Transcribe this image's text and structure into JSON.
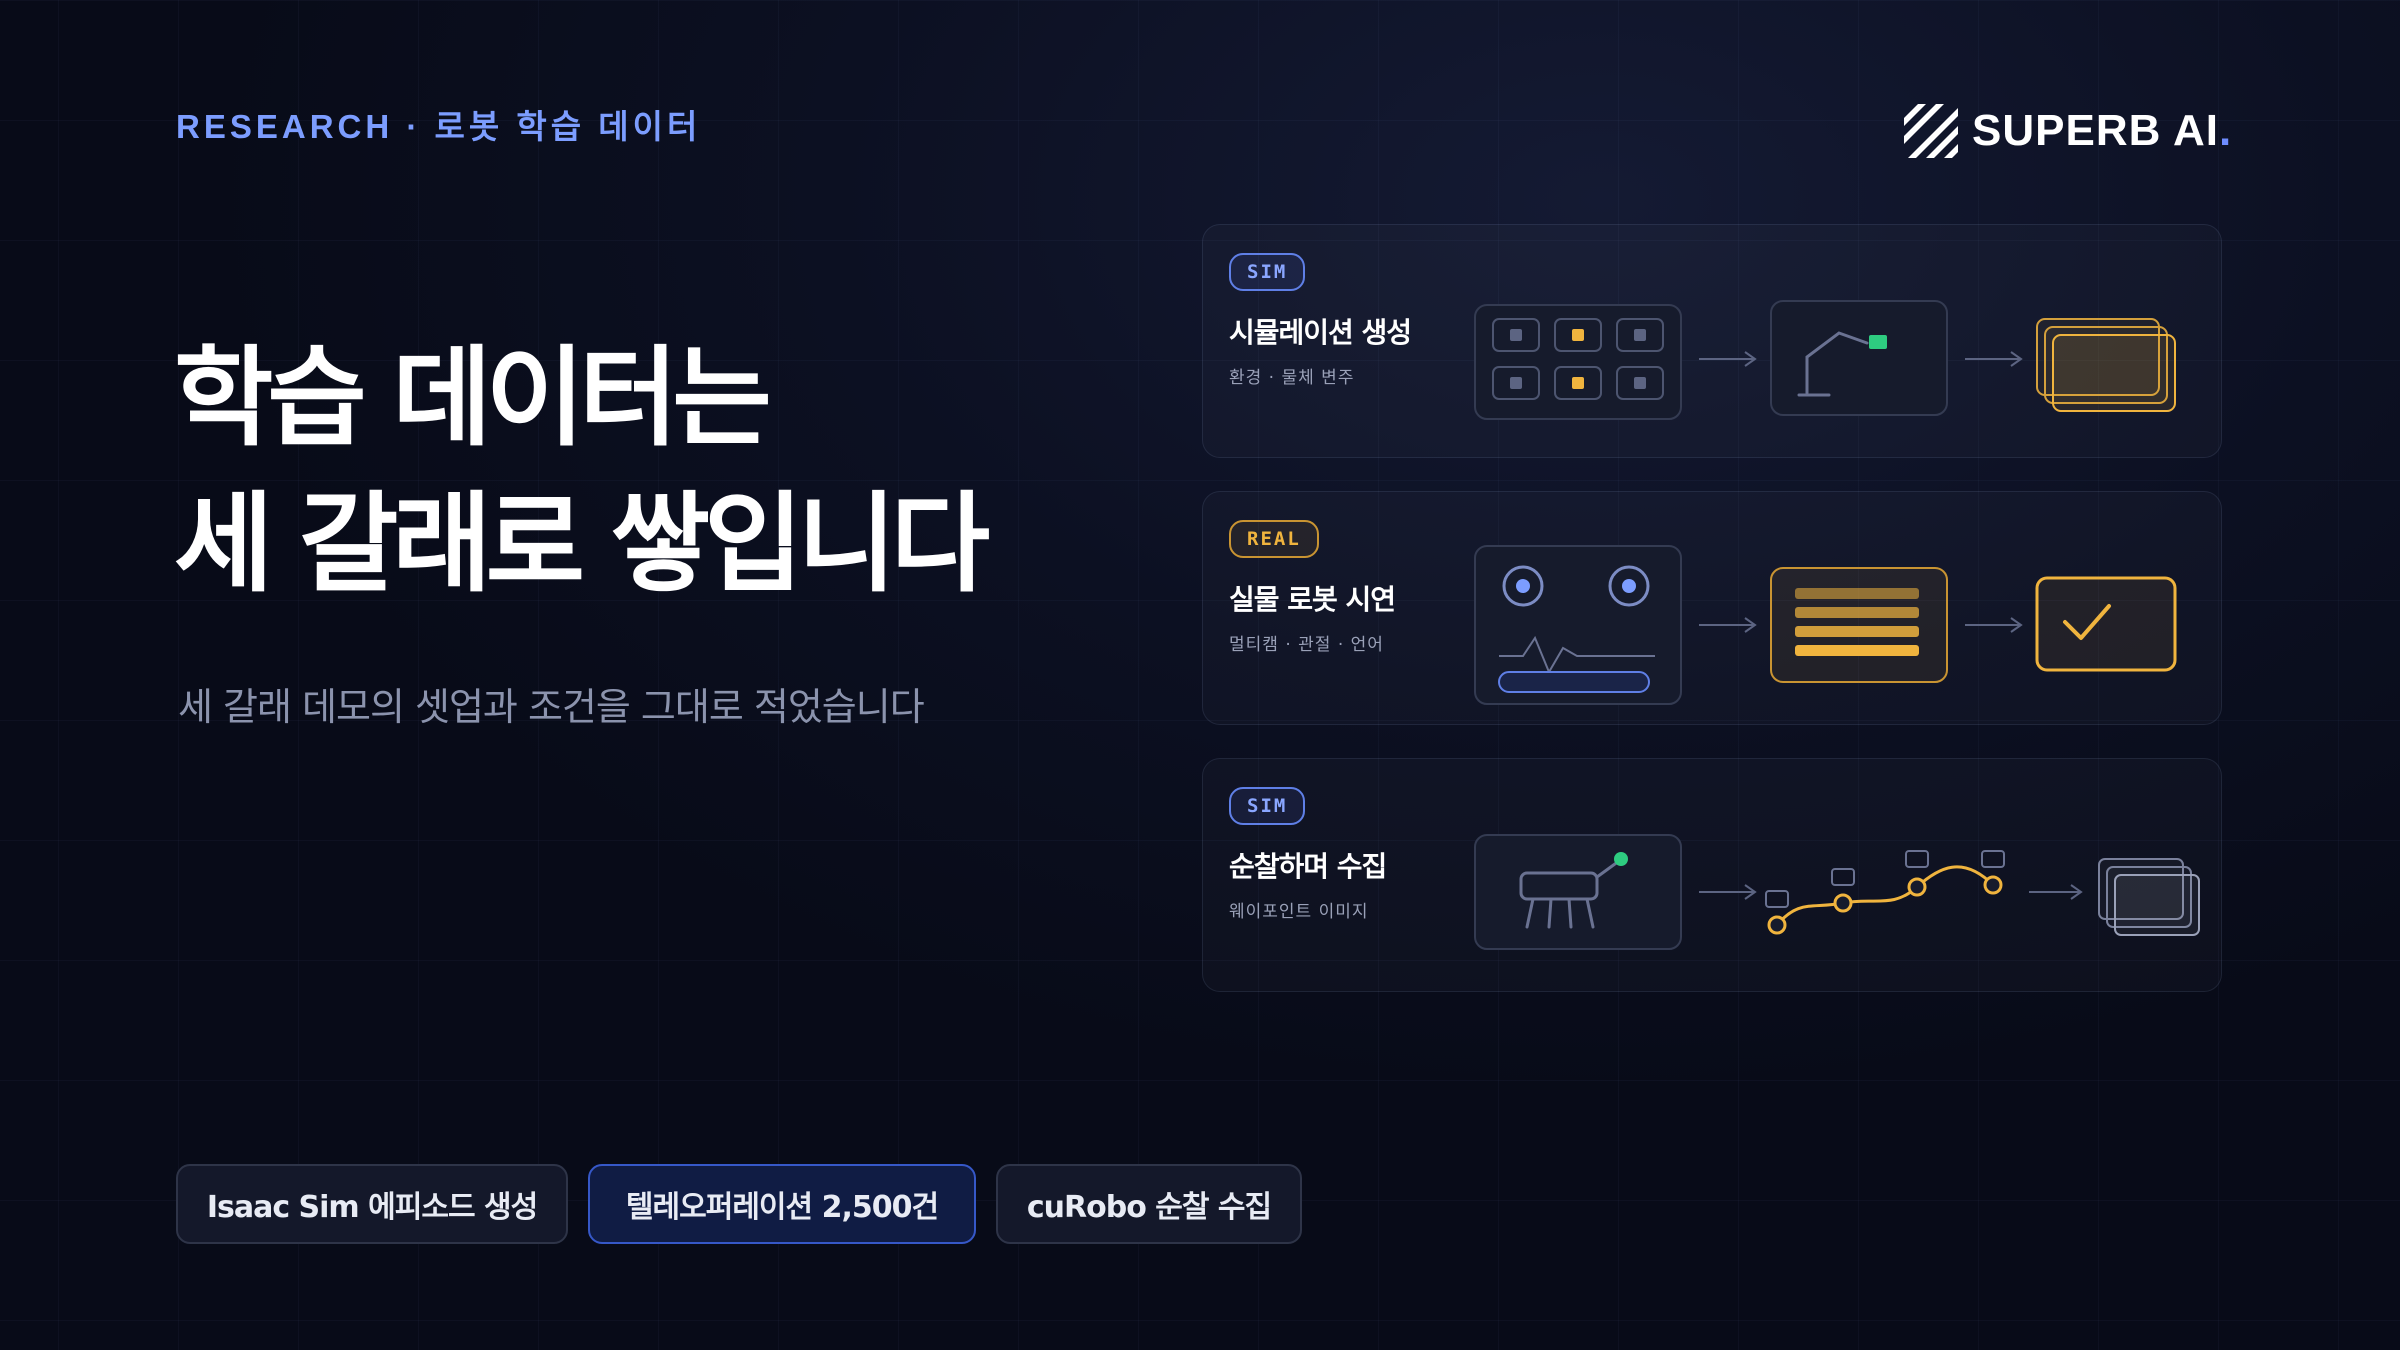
{
  "header": {
    "kicker": "RESEARCH · 로봇 학습 데이터",
    "logo_text": "SUPERB AI",
    "logo_dot": "."
  },
  "hero": {
    "headline_line1": "학습 데이터는",
    "headline_line2": "세 갈래로 쌓입니다",
    "subtitle": "세 갈래 데모의 셋업과 조건을 그대로 적었습니다"
  },
  "cards": [
    {
      "badge": "SIM",
      "title": "시뮬레이션 생성",
      "subtitle": "환경 · 물체 변주"
    },
    {
      "badge": "REAL",
      "title": "실물 로봇 시연",
      "subtitle": "멀티캠 · 관절 · 언어"
    },
    {
      "badge": "SIM",
      "title": "순찰하며 수집",
      "subtitle": "웨이포인트 이미지"
    }
  ],
  "pills": [
    {
      "label": "Isaac Sim 에피소드 생성"
    },
    {
      "label": "텔레오퍼레이션 2,500건"
    },
    {
      "label": "cuRobo 순찰 수집"
    }
  ],
  "colors": {
    "accent_blue": "#7c9dff",
    "accent_amber": "#f0b43e",
    "accent_green": "#2ecc80",
    "background": "#0c1022"
  },
  "icons": [
    "logo-mark-icon",
    "grid-scene-icon",
    "robot-arm-icon",
    "stacked-frames-icon",
    "camera-feed-icon",
    "joint-log-icon",
    "checkmark-icon",
    "quadruped-robot-icon",
    "waypoint-path-icon",
    "arrow-right-icon"
  ]
}
